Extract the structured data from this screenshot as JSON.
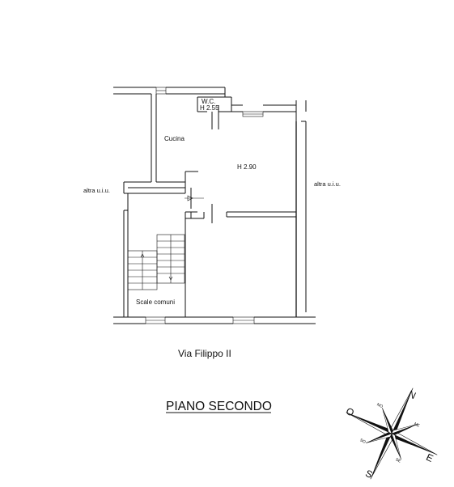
{
  "plan": {
    "rooms": {
      "wc_name": "W.C.",
      "wc_height": "H 2.55",
      "kitchen": "Cucina",
      "main_height": "H 2.90",
      "stairs": "Scale comuni"
    },
    "neighbors": {
      "left": "altra u.i.u.",
      "right": "altra u.i.u."
    },
    "street": "Via Filippo II",
    "floor_title": "PIANO SECONDO"
  },
  "compass": {
    "north": "N",
    "south": "S",
    "east": "E",
    "west": "O",
    "northeast": "NE",
    "northwest": "NO",
    "southeast": "SE",
    "southwest": "SO"
  }
}
